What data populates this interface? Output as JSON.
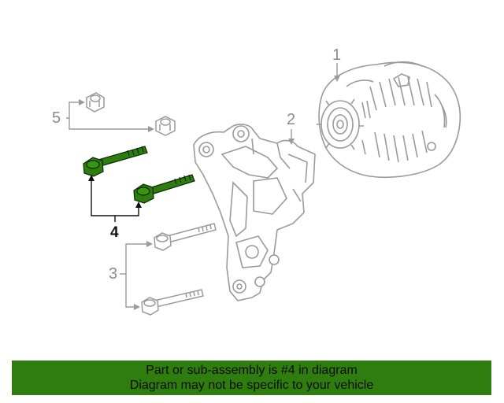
{
  "callouts": {
    "c1": "1",
    "c2": "2",
    "c3": "3",
    "c4": "4",
    "c5": "5"
  },
  "banner": {
    "line1": "Part or sub-assembly is #4 in diagram",
    "line2": "Diagram may not be specific to your vehicle"
  },
  "colors": {
    "highlight": "#2e7d0e",
    "part_outline": "#9a9a9a",
    "banner_bg": "#2e7d0e"
  }
}
